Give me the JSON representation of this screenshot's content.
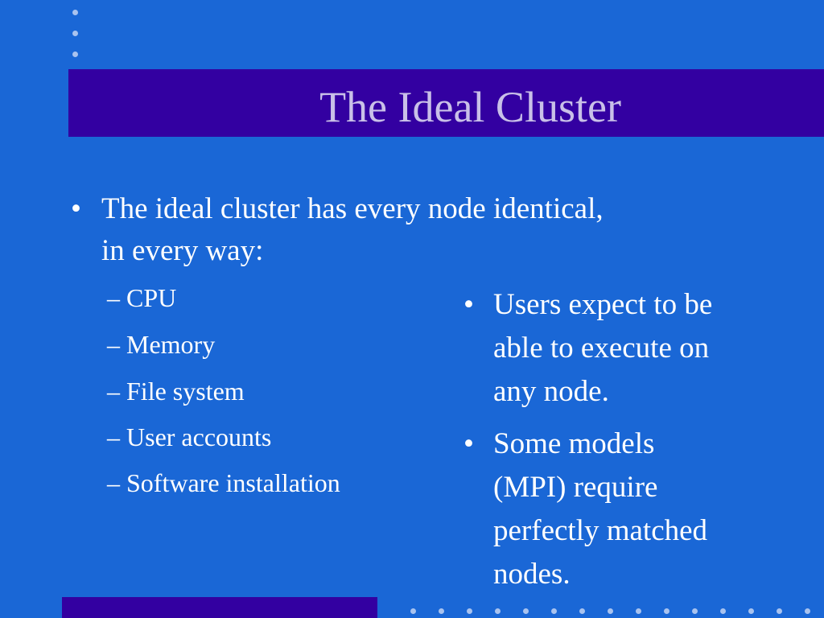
{
  "title": "The Ideal Cluster",
  "left_bullet": {
    "marker": "•",
    "line1": "The ideal cluster has every node identical,",
    "line2": "in every way:"
  },
  "sub_items": [
    "– CPU",
    "– Memory",
    "– File system",
    "– User accounts",
    "– Software installation"
  ],
  "right_bullets": [
    {
      "marker": "•",
      "lines": [
        "Users expect to be",
        "able to execute on",
        "any node."
      ]
    },
    {
      "marker": "•",
      "lines": [
        "Some models",
        "(MPI) require",
        "perfectly matched",
        "nodes."
      ]
    }
  ],
  "colors": {
    "background": "#1a67d6",
    "bar": "#3300a1",
    "title_text": "#c9c0e8",
    "dots": "#a9c3ef"
  }
}
